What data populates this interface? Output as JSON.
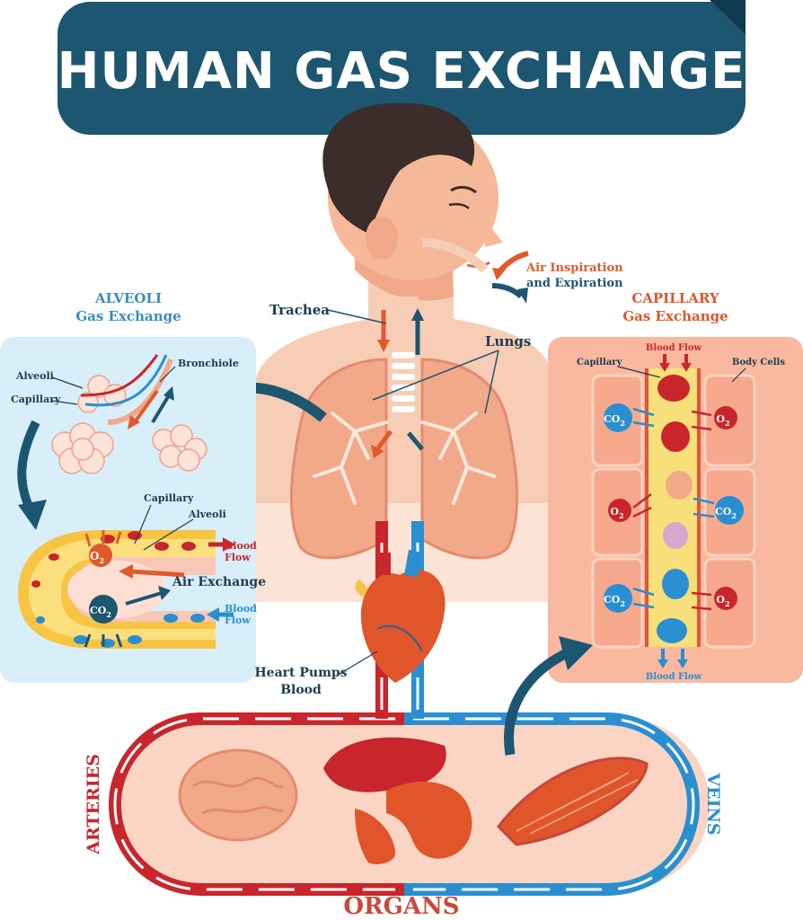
{
  "title": "HUMAN GAS EXCHANGE",
  "labels": {
    "air_inspiration": "Air Inspiration",
    "and_expiration": "and Expiration",
    "trachea": "Trachea",
    "lungs": "Lungs",
    "heart_line1": "Heart Pumps",
    "heart_line2": "Blood",
    "arteries": "ARTERIES",
    "veins": "VEINS",
    "organs": "ORGANS"
  },
  "alveoli_panel": {
    "heading_line1": "ALVEOLI",
    "heading_line2": "Gas Exchange",
    "alveoli": "Alveoli",
    "capillary": "Capillary",
    "bronchiole": "Bronchiole",
    "capillary2": "Capillary",
    "alveoli2": "Alveoli",
    "air_exchange": "Air Exchange",
    "blood": "Blood",
    "flow": "Flow",
    "blood2": "Blood",
    "flow2": "Flow",
    "o2": "O",
    "co2": "CO",
    "sub2": "2"
  },
  "capillary_panel": {
    "heading_line1": "CAPILLARY",
    "heading_line2": "Gas Exchange",
    "blood_flow_top": "Blood Flow",
    "capillary": "Capillary",
    "body_cells": "Body Cells",
    "blood_flow_bottom": "Blood Flow",
    "o2": "O",
    "co2": "CO",
    "sub2": "2"
  },
  "colors": {
    "title_bg": "#1d5670",
    "artery_red": "#c8262c",
    "vein_blue": "#2a8fd0",
    "orange": "#e05a2a",
    "heading_blue": "#3a8db8",
    "heading_orange": "#e0562a",
    "skin": "#f5b99a",
    "panel_blue": "#d8effa",
    "panel_orange": "#f9b9a0"
  }
}
